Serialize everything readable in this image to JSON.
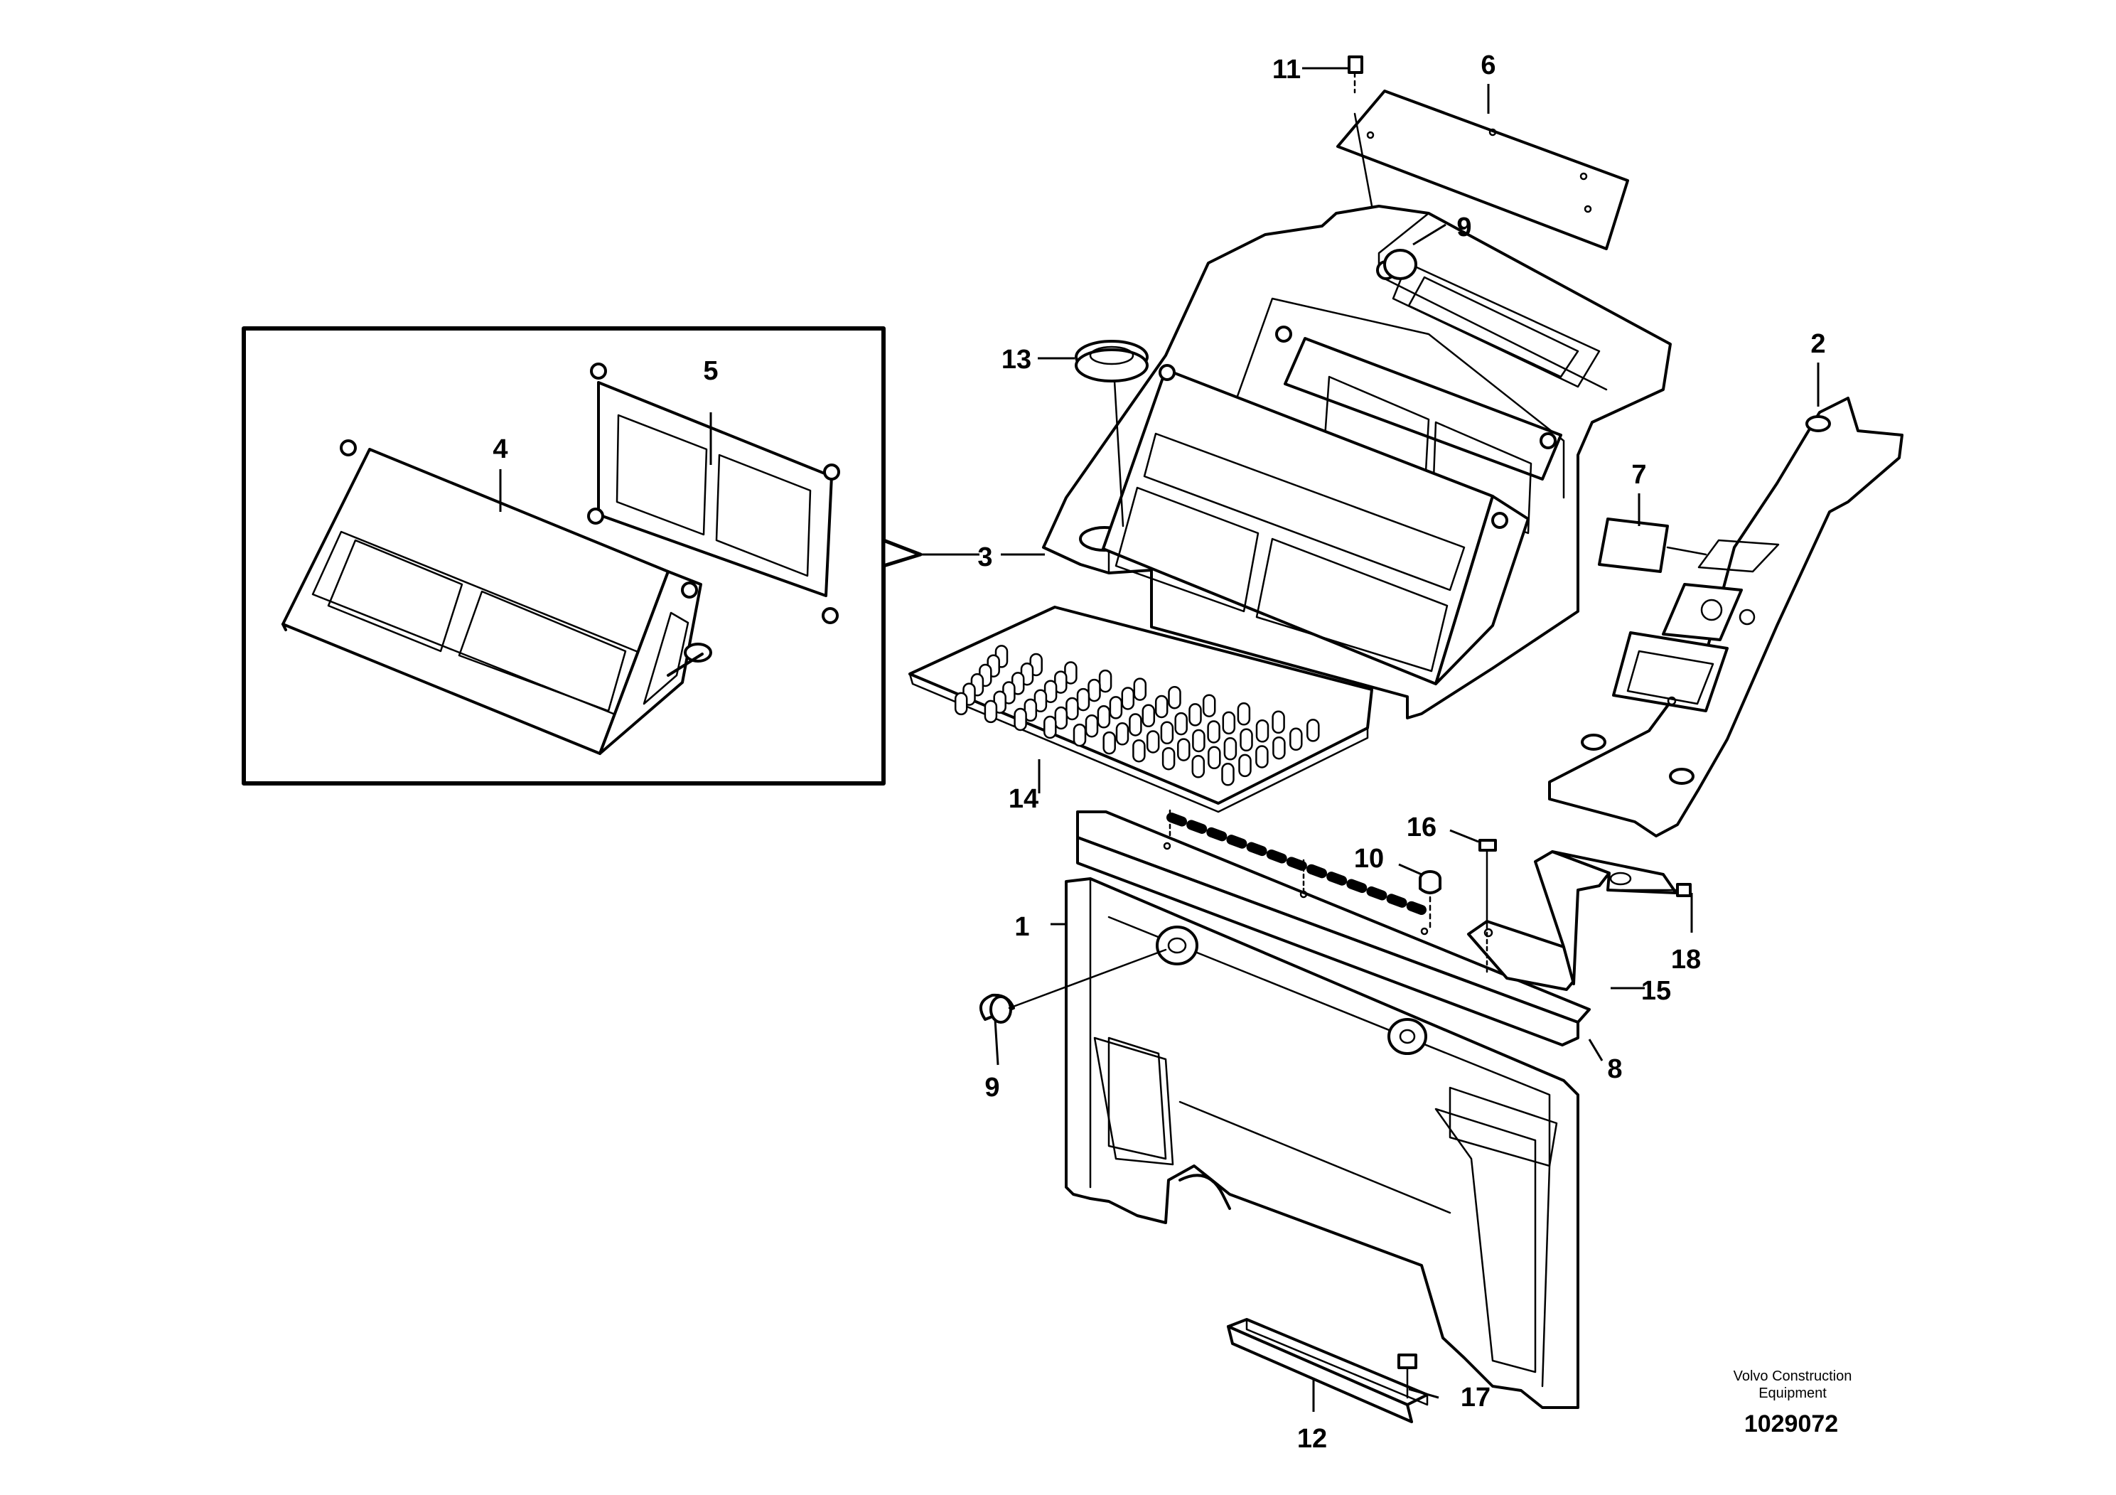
{
  "callouts": [
    {
      "id": "1",
      "label": "1"
    },
    {
      "id": "2",
      "label": "2"
    },
    {
      "id": "3",
      "label": "3"
    },
    {
      "id": "4",
      "label": "4"
    },
    {
      "id": "5",
      "label": "5"
    },
    {
      "id": "6",
      "label": "6"
    },
    {
      "id": "7",
      "label": "7"
    },
    {
      "id": "8",
      "label": "8"
    },
    {
      "id": "9a",
      "label": "9"
    },
    {
      "id": "9b",
      "label": "9"
    },
    {
      "id": "10",
      "label": "10"
    },
    {
      "id": "11",
      "label": "11"
    },
    {
      "id": "12",
      "label": "12"
    },
    {
      "id": "13",
      "label": "13"
    },
    {
      "id": "14",
      "label": "14"
    },
    {
      "id": "15",
      "label": "15"
    },
    {
      "id": "16",
      "label": "16"
    },
    {
      "id": "17",
      "label": "17"
    },
    {
      "id": "18",
      "label": "18"
    }
  ],
  "footer": {
    "company_line1": "Volvo Construction",
    "company_line2": "Equipment",
    "document_number": "1029072"
  }
}
